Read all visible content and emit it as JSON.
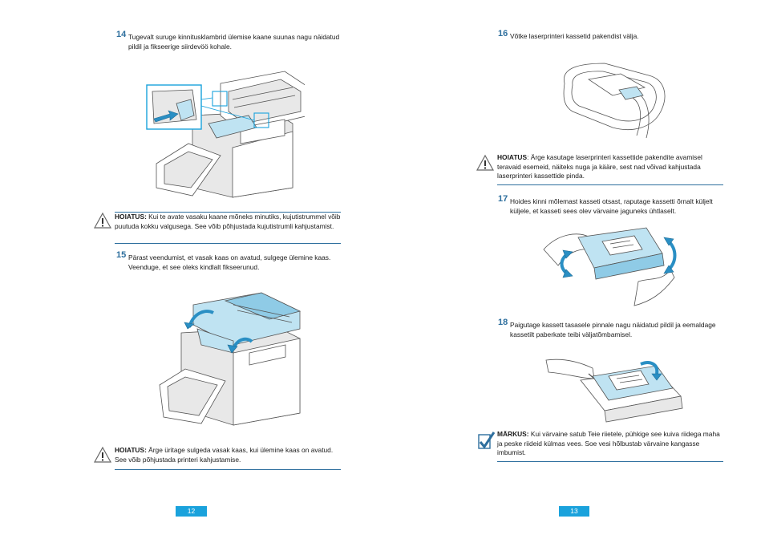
{
  "left_page": {
    "step14": {
      "num": "14",
      "text": "Tugevalt suruge kinnitusklambrid ülemise kaane suunas nagu näidatud pildil ja fikseerige siirdevöö kohale."
    },
    "warning1": {
      "label": "HOIATUS:",
      "text": " Kui te avate vasaku kaane mõneks minutiks, kujutistrummel võib puutuda kokku valgusega. See võib põhjustada kujutistrumli kahjustamist."
    },
    "step15": {
      "num": "15",
      "text": "Pärast veendumist, et vasak kaas on avatud, sulgege ülemine kaas. Veenduge, et see oleks kindlalt fikseerunud."
    },
    "warning2": {
      "label": "HOIATUS:",
      "text": " Ärge üritage sulgeda vasak kaas, kui ülemine kaas on avatud. See võib põhjustada printeri kahjustamise."
    },
    "page_number": "12"
  },
  "right_page": {
    "step16": {
      "num": "16",
      "text": "Võtke laserprinteri kassetid pakendist välja."
    },
    "warning3": {
      "label": "HOIATUS",
      "text": ": Ärge kasutage laserprinteri kassettide pakendite avamisel teravaid esemeid, näiteks nuga ja kääre, sest nad võivad kahjustada laserprinteri kassettide pinda."
    },
    "step17": {
      "num": "17",
      "text": "Hoides kinni mõlemast kasseti otsast, raputage kassetti õrnalt küljelt küljele, et kasseti sees olev värvaine jaguneks ühtlaselt."
    },
    "step18": {
      "num": "18",
      "text": "Paigutage kassett tasasele pinnale nagu näidatud pildil ja eemaldage kassetilt paberkate teibi väljatõmbamisel."
    },
    "note": {
      "label": "MÄRKUS:",
      "text": " Kui värvaine satub Teie riietele, pühkige see kuiva riidega maha ja peske riideid külmas vees. Soe vesi hõlbustab värvaine kangasse imbumist."
    },
    "page_number": "13"
  },
  "colors": {
    "accent": "#2e6f9e",
    "page_badge": "#1aa2dc",
    "illustration_blue": "#bfe3f2"
  },
  "icons": {
    "warning": "warning-triangle-icon",
    "note": "checkmark-note-icon"
  }
}
